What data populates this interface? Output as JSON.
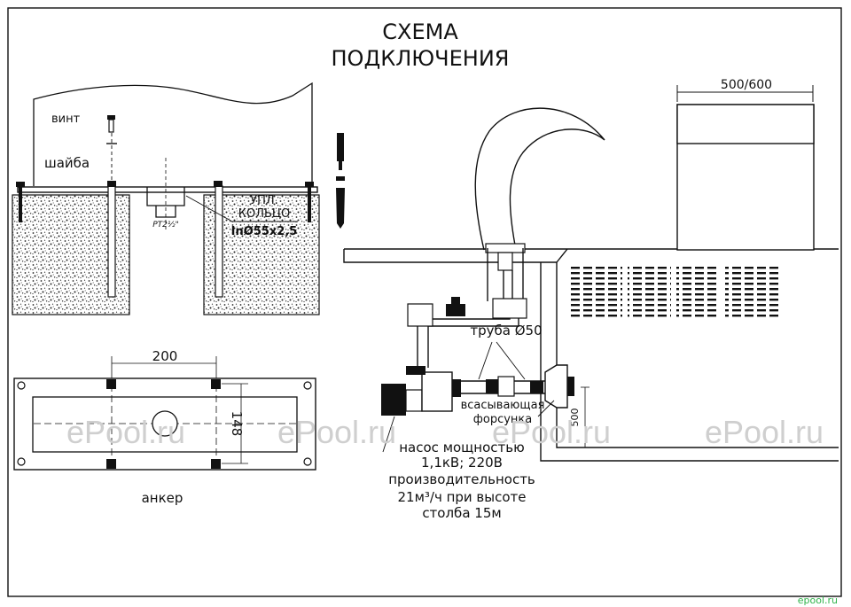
{
  "title": {
    "line1": "СХЕМА",
    "line2": "ПОДКЛЮЧЕНИЯ"
  },
  "labels": {
    "vint": "винт",
    "shaiba": "шайба",
    "upl_line1": "УПЛ.",
    "upl_line2": "КОЛЬЦО",
    "ring_size": "InØ55x2,5",
    "thread": "PT2½\"",
    "anchor": "анкер",
    "pipe": "труба Ø50",
    "nozzle_line1": "всасывающая",
    "nozzle_line2": "форсунка",
    "pump_line1": "насос мощностью",
    "pump_line2": "1,1кВ; 220В",
    "pump_line3": "производительность",
    "pump_line4": "21м³/ч при высоте",
    "pump_line5": "столба 15м"
  },
  "dimensions": {
    "width_top": "500/600",
    "anchor_width": "200",
    "anchor_height": "148",
    "depth": "500"
  },
  "watermarks": [
    "ePool.ru",
    "ePool.ru",
    "ePool.ru",
    "ePool.ru"
  ],
  "corner_mark": "epool.ru",
  "colors": {
    "line": "#111111",
    "watermark": "#cfcfcf",
    "corner_mark": "#2fb34a"
  }
}
